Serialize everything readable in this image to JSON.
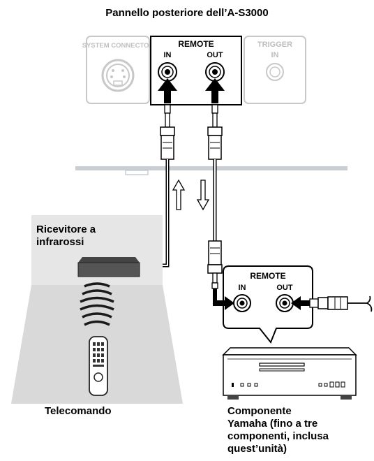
{
  "title": "Pannello posteriore dell’A-S3000",
  "panel": {
    "system_connector": "SYSTEM CONNECTOR",
    "remote": "REMOTE",
    "in": "IN",
    "out": "OUT",
    "trigger": "TRIGGER",
    "trigger_in": "IN"
  },
  "receiver_label": [
    "Ricevitore a",
    "infrarossi"
  ],
  "remote_label": "Telecomando",
  "component_panel": {
    "remote": "REMOTE",
    "in": "IN",
    "out": "OUT"
  },
  "component_label": [
    "Componente",
    "Yamaha (fino a tre",
    "componenti, inclusa",
    "quest’unità)"
  ],
  "colors": {
    "gray_panel": "#b5b5b5",
    "light_bg": "#e6e6e6",
    "floor": "#d9d9d9",
    "shelf": "#c8ced3"
  }
}
